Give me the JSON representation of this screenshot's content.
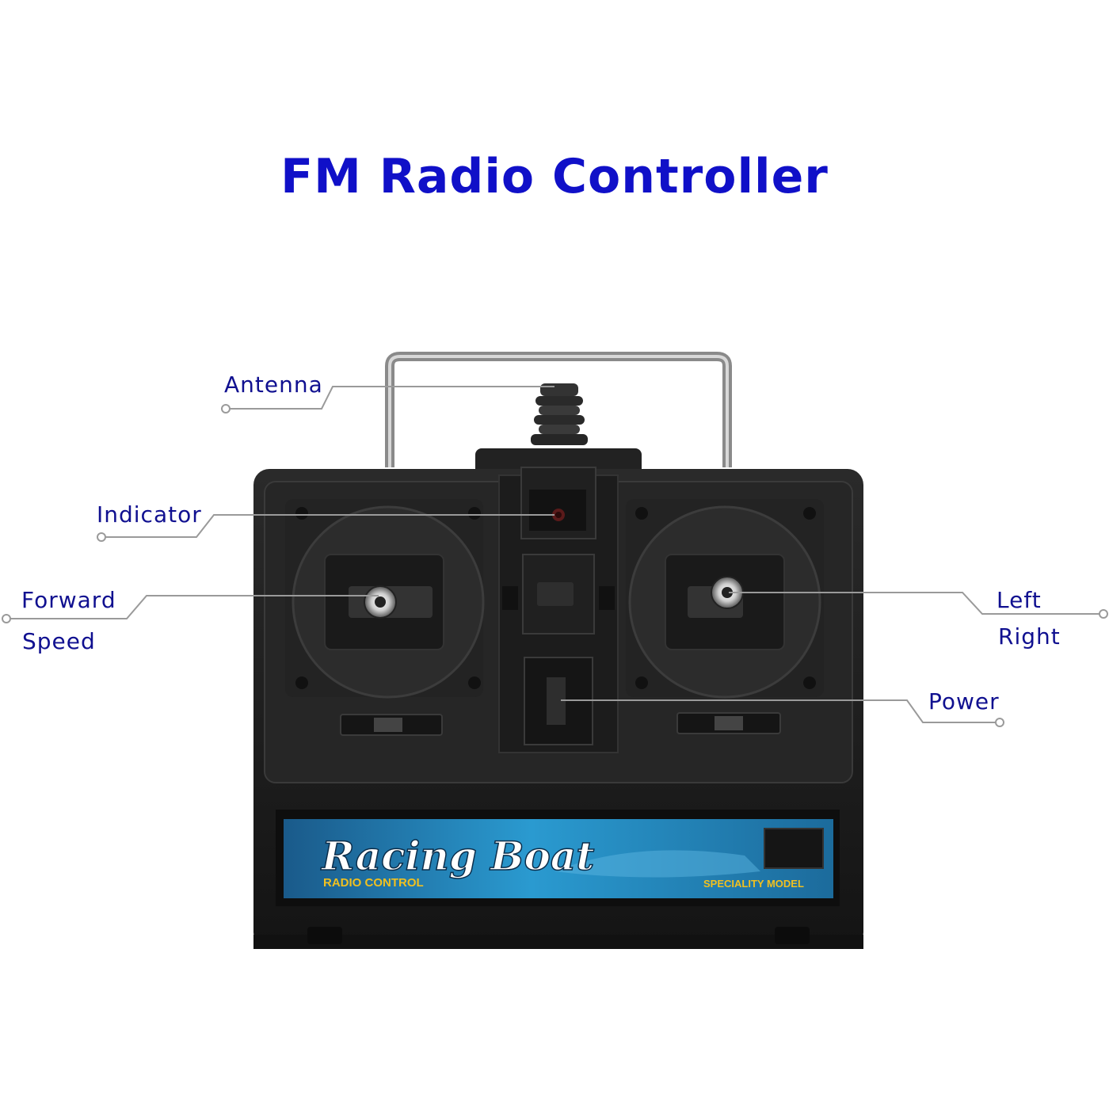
{
  "title": "FM Radio Controller",
  "labels": {
    "antenna": "Antenna",
    "indicator": "Indicator",
    "forward_line1": "Forward",
    "forward_line2": "Speed",
    "left_line1": "Left",
    "left_line2": "Right",
    "power": "Power"
  },
  "panel": {
    "brand": "Racing Boat",
    "subtitle": "RADIO CONTROL",
    "model": "SPECIALITY MODEL"
  },
  "colors": {
    "title": "#1010c8",
    "labels": "#101090",
    "leader_lines": "#9a9a9a",
    "body": "#1e1e1e",
    "panel": "#2a8fc4"
  }
}
